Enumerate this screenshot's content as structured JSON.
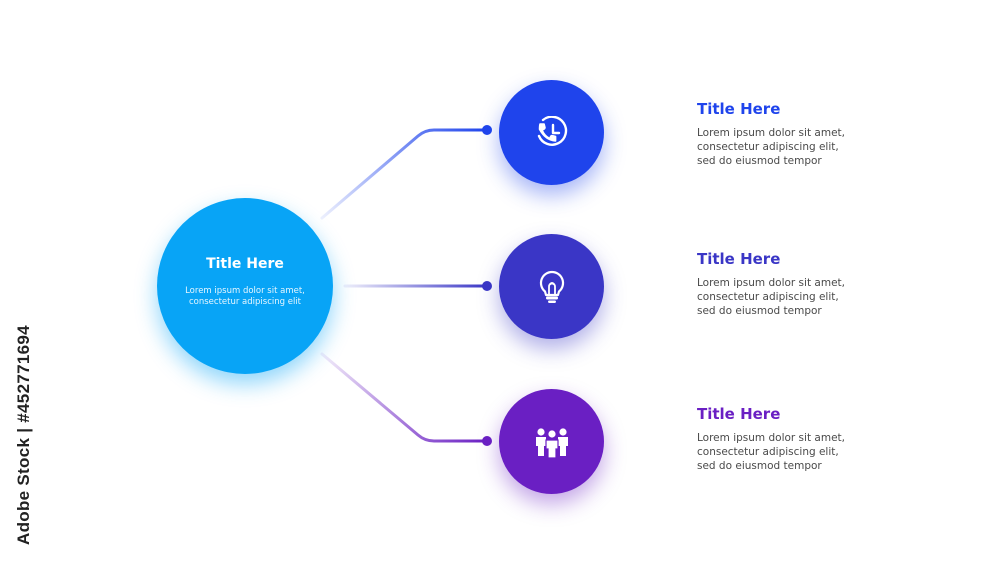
{
  "stock_id": "Adobe Stock | #452771694",
  "colors": {
    "main": "#08a4f6",
    "item1": "#1f44ec",
    "item2": "#3a36c6",
    "item3": "#6a1fc3"
  },
  "main": {
    "title": "Title Here",
    "text": "Lorem ipsum dolor sit amet, consectetur adipiscing elit"
  },
  "items": [
    {
      "icon": "phone-clock-icon",
      "title": "Title Here",
      "text": [
        "Lorem ipsum dolor sit amet,",
        "consectetur adipiscing elit,",
        "sed do eiusmod tempor"
      ]
    },
    {
      "icon": "lightbulb-icon",
      "title": "Title Here",
      "text": [
        "Lorem ipsum dolor sit amet,",
        "consectetur adipiscing elit,",
        "sed do eiusmod tempor"
      ]
    },
    {
      "icon": "team-icon",
      "title": "Title Here",
      "text": [
        "Lorem ipsum dolor sit amet,",
        "consectetur adipiscing elit,",
        "sed do eiusmod tempor"
      ]
    }
  ]
}
